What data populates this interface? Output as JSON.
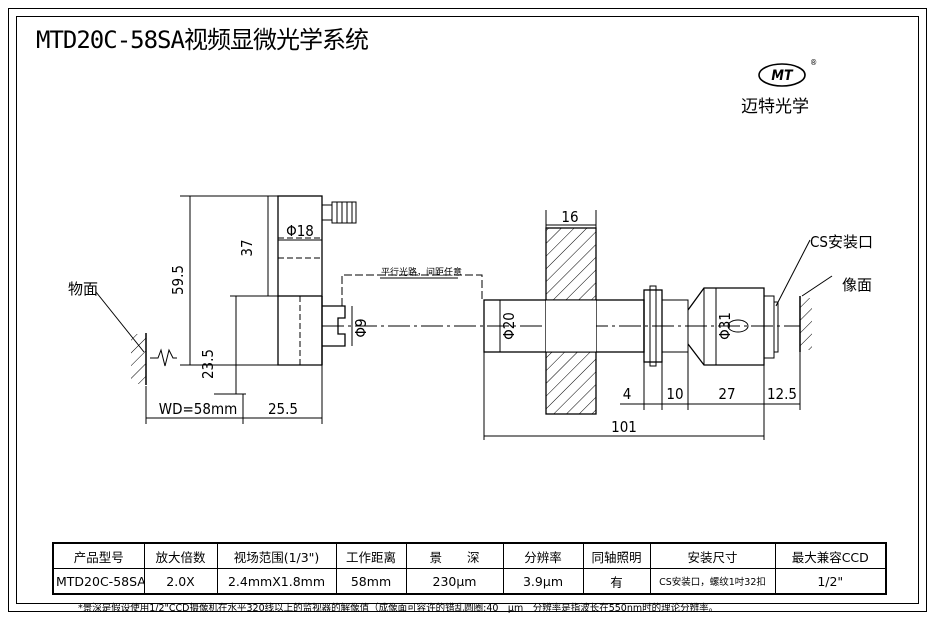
{
  "title": "MTD20C-58SA视频显微光学系统",
  "brand": {
    "logo_text": "MT",
    "registered_mark": "®",
    "name": "迈特光学"
  },
  "diagram": {
    "labels": {
      "object_plane": "物面",
      "cs_mount": "CS安装口",
      "image_plane": "像面",
      "parallel_light": "平行光路，间距任意"
    },
    "dimensions": {
      "d18": "Φ18",
      "d9": "Φ9",
      "d20": "Φ20",
      "d31": "Φ31",
      "h37": "37",
      "h59_5": "59.5",
      "h23_5": "23.5",
      "wd": "WD=58mm",
      "w25_5": "25.5",
      "w16": "16",
      "w4": "4",
      "w10": "10",
      "w27": "27",
      "w12_5": "12.5",
      "w101": "101"
    }
  },
  "table": {
    "headers": [
      "产品型号",
      "放大倍数",
      "视场范围(1/3\")",
      "工作距离",
      "景　　深",
      "分辨率",
      "同轴照明",
      "安装尺寸",
      "最大兼容CCD"
    ],
    "row": [
      "MTD20C-58SA",
      "2.0X",
      "2.4mmX1.8mm",
      "58mm",
      "230μm",
      "3.9μm",
      "有",
      "CS安装口，螺纹1吋32扣",
      "1/2\""
    ]
  },
  "footnote": "*景深是假设使用1/2\"CCD摄像机在水平320线以上的监视器的解像值（成像面可容许的错乱圆圈:40　μm　分辨率是指波长在550nm时的理论分辨率。"
}
